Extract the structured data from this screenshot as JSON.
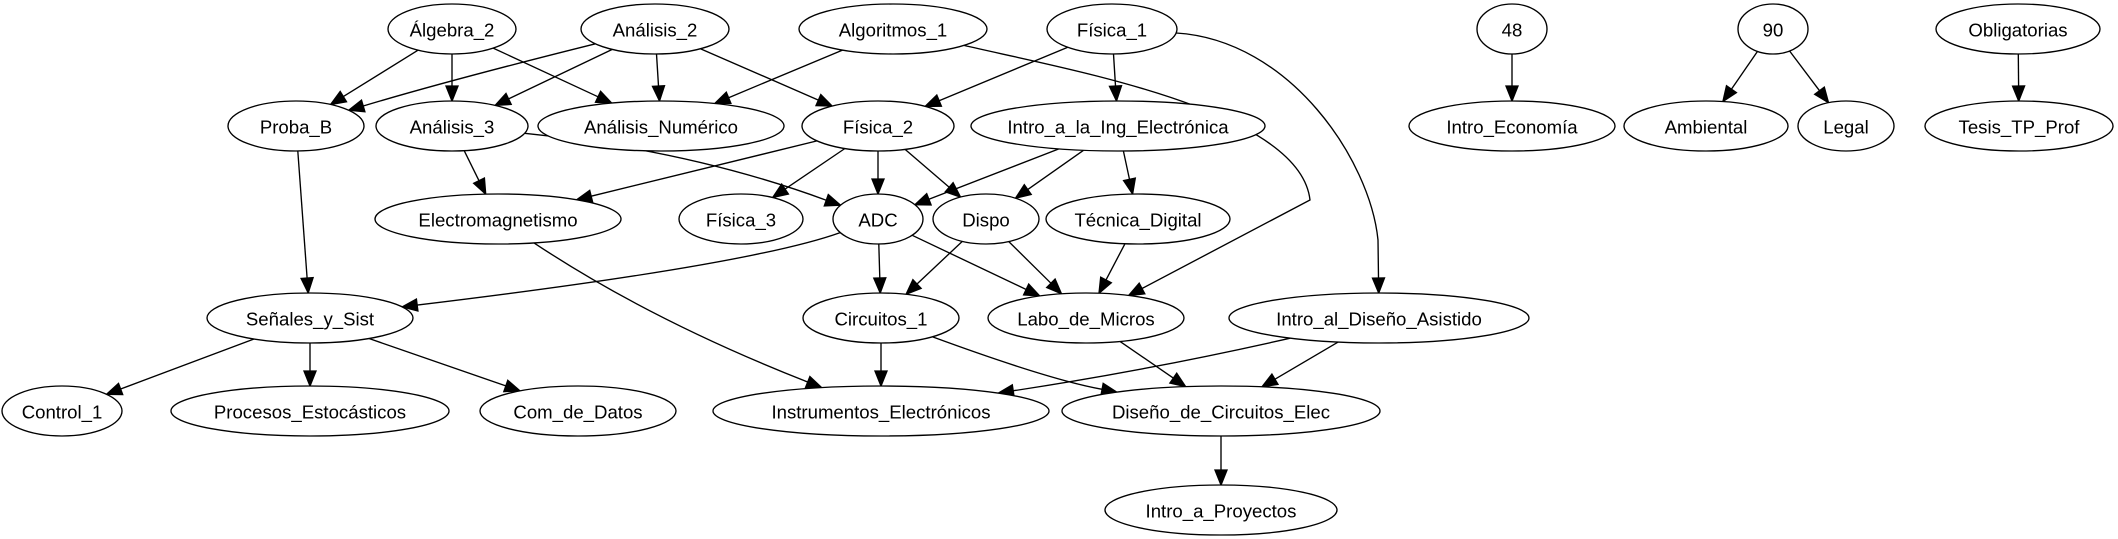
{
  "diagram": {
    "type": "directed-graph",
    "colors": {
      "stroke": "#000000",
      "fill": "#ffffff",
      "text": "#000000"
    },
    "nodes": [
      {
        "id": "algebra_2",
        "label": "Álgebra_2"
      },
      {
        "id": "analisis_2",
        "label": "Análisis_2"
      },
      {
        "id": "algoritmos_1",
        "label": "Algoritmos_1"
      },
      {
        "id": "fisica_1",
        "label": "Física_1"
      },
      {
        "id": "n48",
        "label": "48"
      },
      {
        "id": "n90",
        "label": "90"
      },
      {
        "id": "obligatorias",
        "label": "Obligatorias"
      },
      {
        "id": "proba_b",
        "label": "Proba_B"
      },
      {
        "id": "analisis_3",
        "label": "Análisis_3"
      },
      {
        "id": "analisis_numerico",
        "label": "Análisis_Numérico"
      },
      {
        "id": "fisica_2",
        "label": "Física_2"
      },
      {
        "id": "intro_ing_electronica",
        "label": "Intro_a_la_Ing_Electrónica"
      },
      {
        "id": "intro_economia",
        "label": "Intro_Economía"
      },
      {
        "id": "ambiental",
        "label": "Ambiental"
      },
      {
        "id": "legal",
        "label": "Legal"
      },
      {
        "id": "tesis_tp_prof",
        "label": "Tesis_TP_Prof"
      },
      {
        "id": "electromagnetismo",
        "label": "Electromagnetismo"
      },
      {
        "id": "fisica_3",
        "label": "Física_3"
      },
      {
        "id": "adc",
        "label": "ADC"
      },
      {
        "id": "dispo",
        "label": "Dispo"
      },
      {
        "id": "tecnica_digital",
        "label": "Técnica_Digital"
      },
      {
        "id": "senales_y_sist",
        "label": "Señales_y_Sist"
      },
      {
        "id": "circuitos_1",
        "label": "Circuitos_1"
      },
      {
        "id": "labo_de_micros",
        "label": "Labo_de_Micros"
      },
      {
        "id": "intro_diseno_asistido",
        "label": "Intro_al_Diseño_Asistido"
      },
      {
        "id": "control_1",
        "label": "Control_1"
      },
      {
        "id": "procesos_estocasticos",
        "label": "Procesos_Estocásticos"
      },
      {
        "id": "com_de_datos",
        "label": "Com_de_Datos"
      },
      {
        "id": "instrumentos_electronicos",
        "label": "Instrumentos_Electrónicos"
      },
      {
        "id": "diseno_circuitos_elec",
        "label": "Diseño_de_Circuitos_Elec"
      },
      {
        "id": "intro_a_proyectos",
        "label": "Intro_a_Proyectos"
      }
    ],
    "edges": [
      {
        "from": "algebra_2",
        "to": "proba_b"
      },
      {
        "from": "algebra_2",
        "to": "analisis_3"
      },
      {
        "from": "algebra_2",
        "to": "analisis_numerico"
      },
      {
        "from": "analisis_2",
        "to": "proba_b"
      },
      {
        "from": "analisis_2",
        "to": "analisis_3"
      },
      {
        "from": "analisis_2",
        "to": "analisis_numerico"
      },
      {
        "from": "analisis_2",
        "to": "fisica_2"
      },
      {
        "from": "algoritmos_1",
        "to": "analisis_numerico"
      },
      {
        "from": "algoritmos_1",
        "to": "labo_de_micros"
      },
      {
        "from": "fisica_1",
        "to": "fisica_2"
      },
      {
        "from": "fisica_1",
        "to": "intro_ing_electronica"
      },
      {
        "from": "fisica_1",
        "to": "intro_diseno_asistido"
      },
      {
        "from": "n48",
        "to": "intro_economia"
      },
      {
        "from": "n90",
        "to": "ambiental"
      },
      {
        "from": "n90",
        "to": "legal"
      },
      {
        "from": "obligatorias",
        "to": "tesis_tp_prof"
      },
      {
        "from": "proba_b",
        "to": "senales_y_sist"
      },
      {
        "from": "analisis_3",
        "to": "electromagnetismo"
      },
      {
        "from": "analisis_3",
        "to": "adc"
      },
      {
        "from": "fisica_2",
        "to": "electromagnetismo"
      },
      {
        "from": "fisica_2",
        "to": "fisica_3"
      },
      {
        "from": "fisica_2",
        "to": "adc"
      },
      {
        "from": "fisica_2",
        "to": "dispo"
      },
      {
        "from": "intro_ing_electronica",
        "to": "adc"
      },
      {
        "from": "intro_ing_electronica",
        "to": "dispo"
      },
      {
        "from": "intro_ing_electronica",
        "to": "tecnica_digital"
      },
      {
        "from": "adc",
        "to": "senales_y_sist"
      },
      {
        "from": "adc",
        "to": "circuitos_1"
      },
      {
        "from": "adc",
        "to": "labo_de_micros"
      },
      {
        "from": "dispo",
        "to": "circuitos_1"
      },
      {
        "from": "dispo",
        "to": "labo_de_micros"
      },
      {
        "from": "tecnica_digital",
        "to": "labo_de_micros"
      },
      {
        "from": "electromagnetismo",
        "to": "instrumentos_electronicos"
      },
      {
        "from": "senales_y_sist",
        "to": "control_1"
      },
      {
        "from": "senales_y_sist",
        "to": "procesos_estocasticos"
      },
      {
        "from": "senales_y_sist",
        "to": "com_de_datos"
      },
      {
        "from": "circuitos_1",
        "to": "instrumentos_electronicos"
      },
      {
        "from": "circuitos_1",
        "to": "diseno_circuitos_elec"
      },
      {
        "from": "labo_de_micros",
        "to": "diseno_circuitos_elec"
      },
      {
        "from": "intro_diseno_asistido",
        "to": "instrumentos_electronicos"
      },
      {
        "from": "intro_diseno_asistido",
        "to": "diseno_circuitos_elec"
      },
      {
        "from": "diseno_circuitos_elec",
        "to": "intro_a_proyectos"
      }
    ]
  }
}
